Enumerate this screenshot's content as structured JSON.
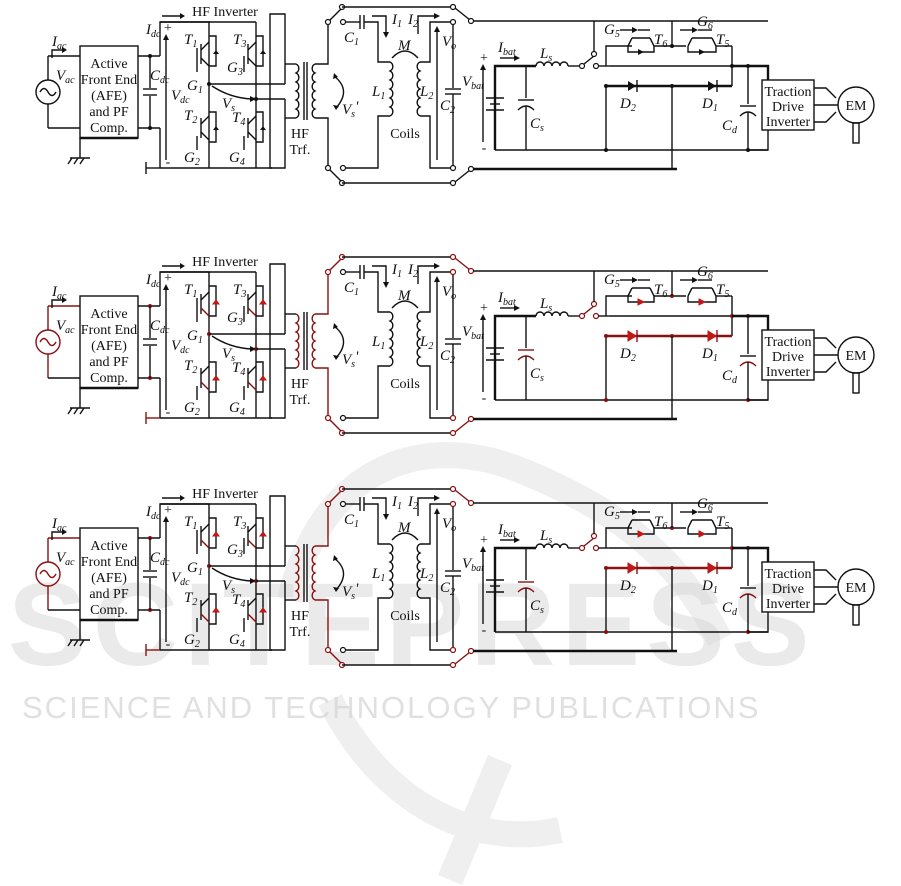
{
  "figure": {
    "panels": [
      {
        "id": "panel-a",
        "highlight": "none"
      },
      {
        "id": "panel-b",
        "highlight": "red"
      },
      {
        "id": "panel-c",
        "highlight": "red"
      }
    ],
    "labels": {
      "i_ac": "I",
      "i_ac_sub": "ac",
      "v_ac": "V",
      "v_ac_sub": "ac",
      "afe_line1": "Active",
      "afe_line2": "Front End",
      "afe_line3": "(AFE)",
      "afe_line4": "and PF",
      "afe_line5": "Comp.",
      "c_dc": "C",
      "c_dc_sub": "dc",
      "i_dc": "I",
      "i_dc_sub": "dc",
      "v_dc": "V",
      "v_dc_sub": "dc",
      "hf_inverter": "HF Inverter",
      "t1": "T",
      "t1_sub": "1",
      "t2": "T",
      "t2_sub": "2",
      "t3": "T",
      "t3_sub": "3",
      "t4": "T",
      "t4_sub": "4",
      "g1": "G",
      "g1_sub": "1",
      "g2": "G",
      "g2_sub": "2",
      "g3": "G",
      "g3_sub": "3",
      "g4": "G",
      "g4_sub": "4",
      "vs": "V",
      "vs_sub": "s",
      "hf_trf_line1": "HF",
      "hf_trf_line2": "Trf.",
      "vs_prime": "V",
      "vs_prime_sub": "s",
      "vs_prime_mark": "'",
      "c1": "C",
      "c1_sub": "1",
      "i1": "I",
      "i1_sub": "1",
      "i2": "I",
      "i2_sub": "2",
      "m": "M",
      "l1": "L",
      "l1_sub": "1",
      "l2": "L",
      "l2_sub": "2",
      "coils": "Coils",
      "vo": "V",
      "vo_sub": "o",
      "c2": "C",
      "c2_sub": "2",
      "v_bat": "V",
      "v_bat_sub": "bat",
      "i_bat": "I",
      "i_bat_sub": "bat",
      "ls": "L",
      "ls_sub": "s",
      "cs": "C",
      "cs_sub": "s",
      "plus": "+",
      "minus": "-",
      "g5": "G",
      "g5_sub": "5",
      "g6": "G",
      "g6_sub": "6",
      "t5": "T",
      "t5_sub": "5",
      "t6": "T",
      "t6_sub": "6",
      "d1": "D",
      "d1_sub": "1",
      "d2": "D",
      "d2_sub": "2",
      "cd": "C",
      "cd_sub": "d",
      "tdi_line1": "Traction",
      "tdi_line2": "Drive",
      "tdi_line3": "Inverter",
      "em": "EM"
    }
  },
  "watermark": {
    "brand": "SCITEPRESS",
    "tagline": "SCIENCE AND TECHNOLOGY PUBLICATIONS"
  }
}
